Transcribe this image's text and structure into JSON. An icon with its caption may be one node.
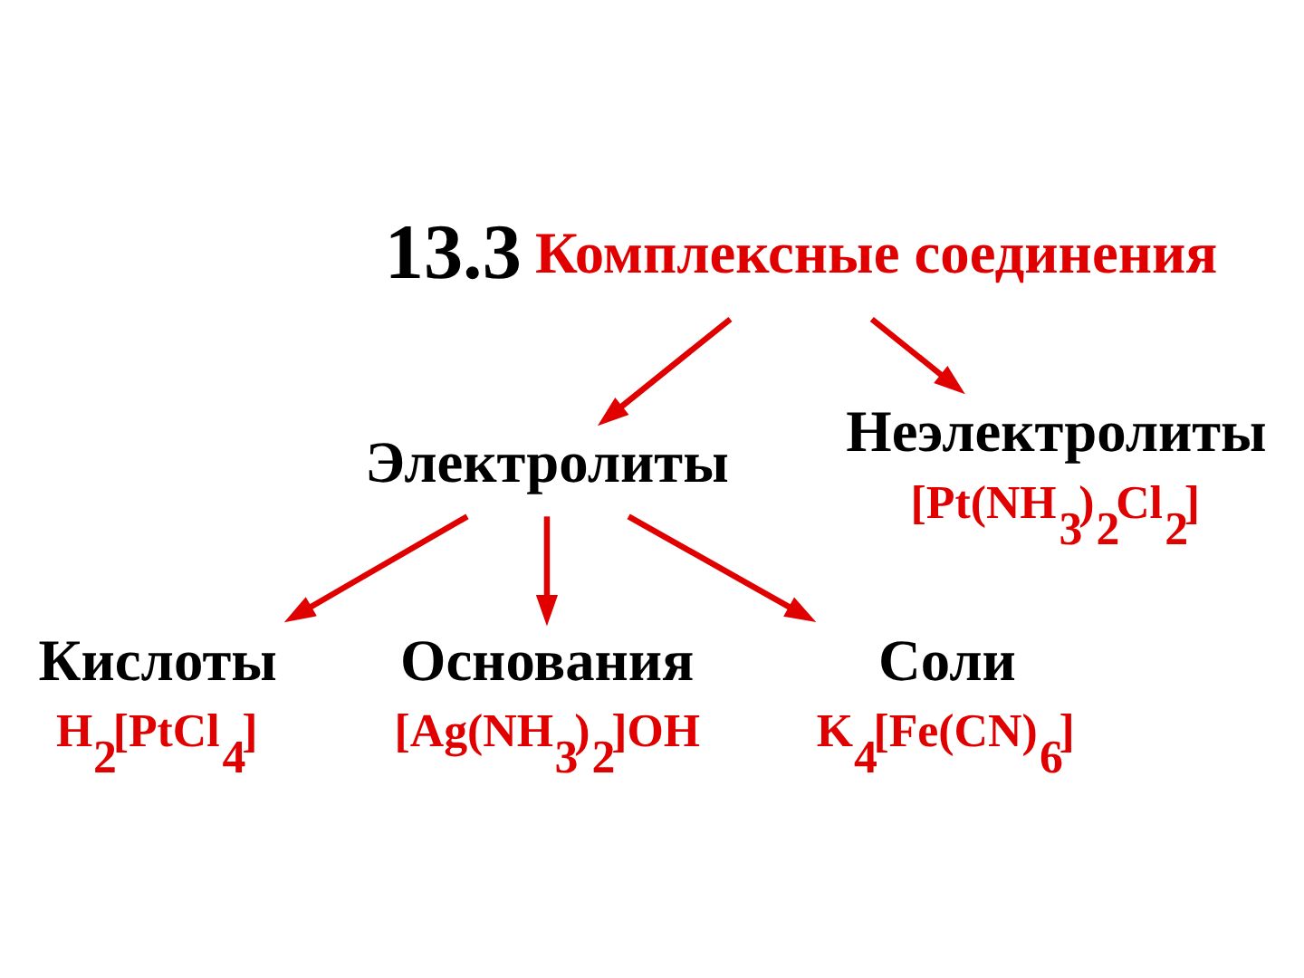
{
  "diagram": {
    "nodes": [
      {
        "text": [
          "13.3",
          "Комплексные соединения"
        ]
      },
      {
        "text": [
          "Электролиты"
        ]
      },
      {
        "text": [
          "Неэлектролиты"
        ],
        "beside": [
          "[Pt(NH$_{3}$)$_{2}$Cl$_{2}$]"
        ]
      },
      {
        "text": [
          "Кислоты"
        ],
        "beside": [
          "H$_{2}$[PtCl$_{4}$]"
        ]
      },
      {
        "text": [
          "Основания"
        ],
        "beside": [
          "[Ag(NH$_{3}$)$_{2}$]OH"
        ]
      },
      {
        "text": [
          "Соли"
        ],
        "beside": [
          "K$_{4}$[Fe(CN)$_{6}$]"
        ]
      }
    ],
    "edges": [
      {
        "from": 0,
        "to": 1,
        "arrow": "to"
      },
      {
        "from": 0,
        "to": 2,
        "arrow": "to"
      },
      {
        "from": 1,
        "to": 3,
        "arrow": "to"
      },
      {
        "from": 1,
        "to": 4,
        "arrow": "to"
      },
      {
        "from": 1,
        "to": 5,
        "arrow": "to"
      }
    ]
  }
}
